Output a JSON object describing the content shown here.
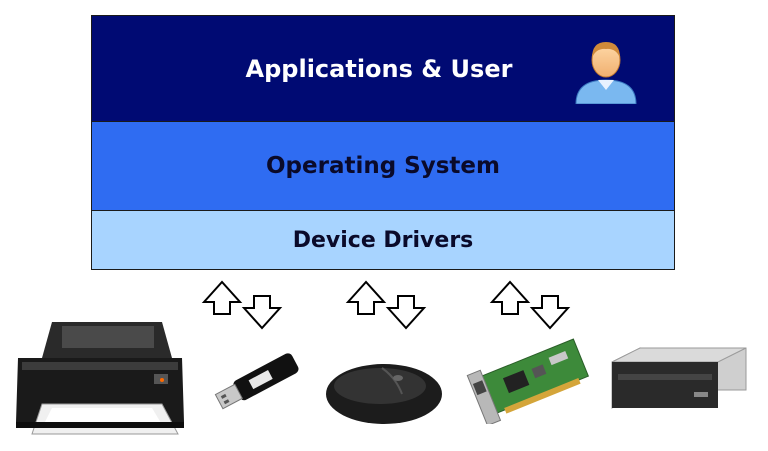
{
  "layers": {
    "applications": "Applications & User",
    "os": "Operating System",
    "drivers": "Device Drivers"
  },
  "icons": {
    "user": "user-icon",
    "devices": [
      "printer-icon",
      "usb-drive-icon",
      "mouse-icon",
      "network-card-icon",
      "optical-drive-icon"
    ],
    "arrows": "up-down-arrows-icon"
  },
  "colors": {
    "applications_bg": "#000a73",
    "os_bg": "#2f6cf2",
    "drivers_bg": "#a8d4ff"
  }
}
